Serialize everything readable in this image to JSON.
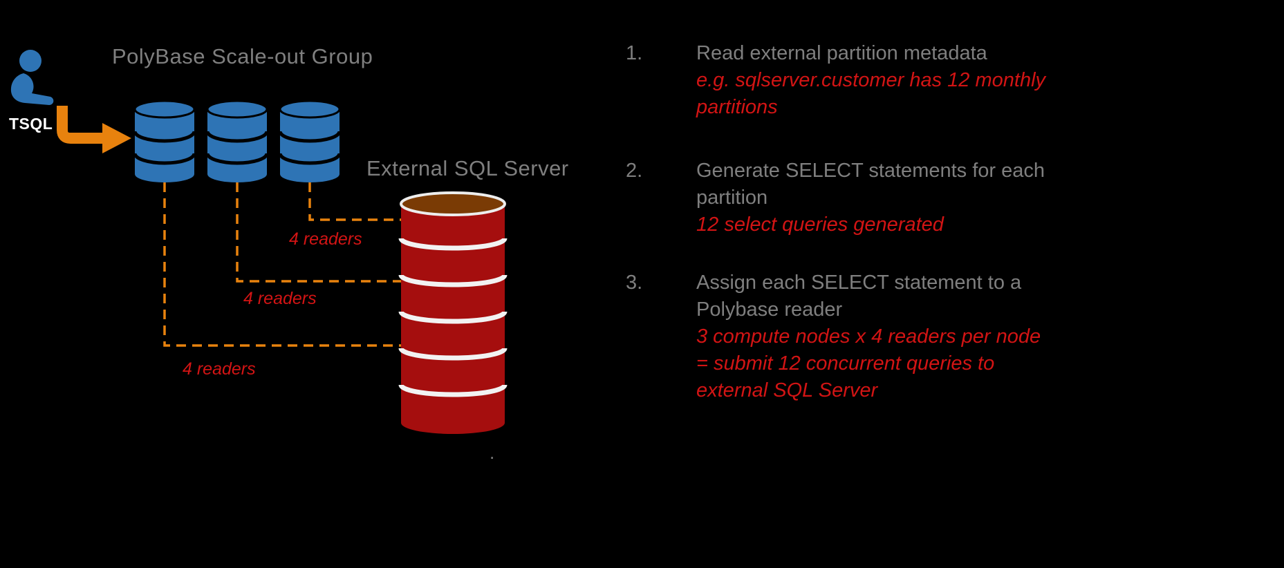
{
  "colors": {
    "background": "#000000",
    "gray_text": "#7F7F7F",
    "red_text": "#D21414",
    "orange": "#E8820E",
    "node_blue": "#2E74B5",
    "server_red": "#A50E0E",
    "server_top_brown": "#7A3B05",
    "white": "#FFFFFF"
  },
  "diagram": {
    "group_title": "PolyBase Scale-out Group",
    "tsql_label": "TSQL",
    "external_title": "External SQL Server",
    "reader_labels": [
      "4 readers",
      "4 readers",
      "4 readers"
    ],
    "footer_dot": "."
  },
  "steps": [
    {
      "number": "1.",
      "text": "Read external partition metadata",
      "note": "e.g. sqlserver.customer has 12 monthly partitions"
    },
    {
      "number": "2.",
      "text": "Generate SELECT statements for each partition",
      "note": "12 select queries generated"
    },
    {
      "number": "3.",
      "text": "Assign each SELECT statement to a Polybase reader",
      "note": "3 compute nodes x 4 readers per node = submit 12 concurrent queries to external SQL Server"
    }
  ]
}
